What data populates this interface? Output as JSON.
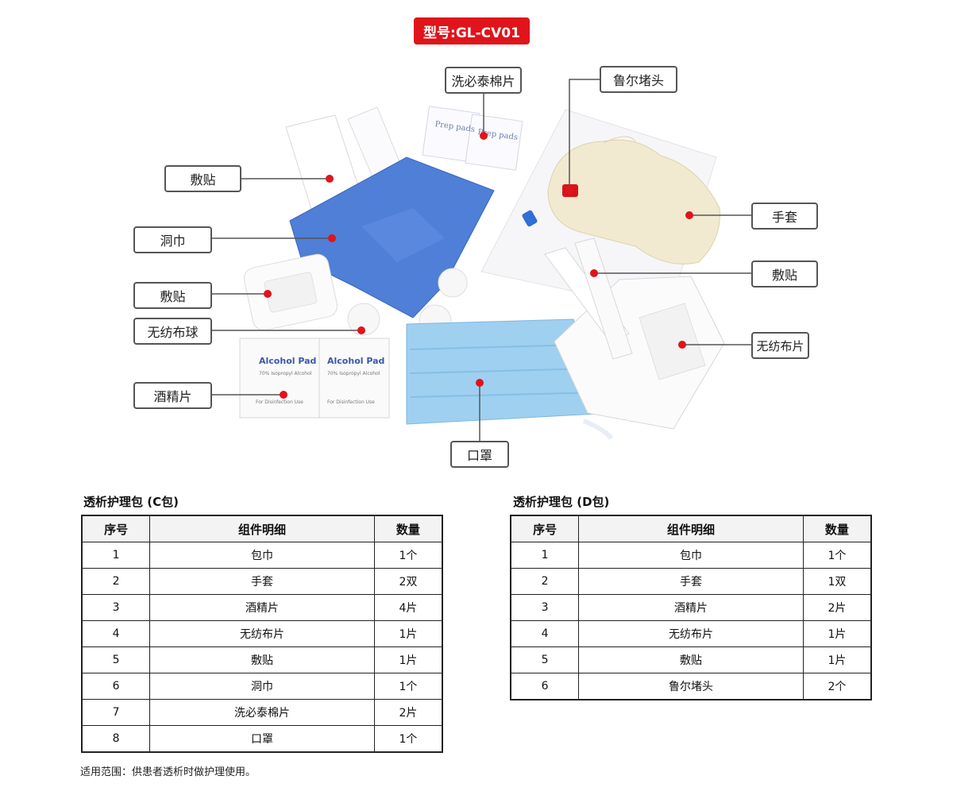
{
  "model_badge": "型号:GL-CV01",
  "product_image": {
    "callouts": [
      {
        "id": "prep-pad",
        "text": "洗必泰棉片"
      },
      {
        "id": "luer-cap",
        "text": "鲁尔堵头"
      },
      {
        "id": "dressing-top",
        "text": "敷贴"
      },
      {
        "id": "drape",
        "text": "洞巾"
      },
      {
        "id": "dressing-pad",
        "text": "敷贴"
      },
      {
        "id": "cotton-ball",
        "text": "无纺布球"
      },
      {
        "id": "alcohol-pad",
        "text": "酒精片"
      },
      {
        "id": "glove",
        "text": "手套"
      },
      {
        "id": "dressing-right",
        "text": "敷贴"
      },
      {
        "id": "nonwoven-sheet",
        "text": "无纺布片"
      },
      {
        "id": "mask",
        "text": "口罩"
      }
    ],
    "printed_text": {
      "prep_pads": "Prep pads",
      "alcohol_pad": "Alcohol Pad",
      "isopropyl": "70% Isopropyl Alcohol",
      "disinfection": "For Disinfection Use"
    },
    "colors": {
      "marker": "#e0141b",
      "drape": "#4f7fd6",
      "mask": "#9fd0f0",
      "glove": "#f1ead0"
    }
  },
  "table_c": {
    "title": "透析护理包 (C包)",
    "headers": [
      "序号",
      "组件明细",
      "数量"
    ],
    "rows": [
      [
        "1",
        "包巾",
        "1个"
      ],
      [
        "2",
        "手套",
        "2双"
      ],
      [
        "3",
        "酒精片",
        "4片"
      ],
      [
        "4",
        "无纺布片",
        "1片"
      ],
      [
        "5",
        "敷贴",
        "1片"
      ],
      [
        "6",
        "洞巾",
        "1个"
      ],
      [
        "7",
        "洗必泰棉片",
        "2片"
      ],
      [
        "8",
        "口罩",
        "1个"
      ]
    ]
  },
  "table_d": {
    "title": "透析护理包 (D包)",
    "headers": [
      "序号",
      "组件明细",
      "数量"
    ],
    "rows": [
      [
        "1",
        "包巾",
        "1个"
      ],
      [
        "2",
        "手套",
        "1双"
      ],
      [
        "3",
        "酒精片",
        "2片"
      ],
      [
        "4",
        "无纺布片",
        "1片"
      ],
      [
        "5",
        "敷贴",
        "1片"
      ],
      [
        "6",
        "鲁尔堵头",
        "2个"
      ]
    ]
  },
  "footnote": "适用范围：供患者透析时做护理使用。"
}
